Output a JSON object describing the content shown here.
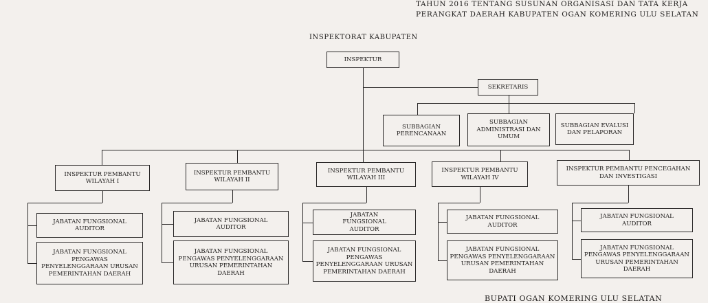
{
  "header": {
    "line1": "TAHUN 2016 TENTANG SUSUNAN ORGANISASI DAN TATA KERJA",
    "line2": "PERANGKAT DAERAH KABUPATEN OGAN KOMERING ULU SELATAN"
  },
  "title": "INSPEKTORAT KABUPATEN",
  "inspektur": "INSPEKTUR",
  "sekretaris": "SEKRETARIS",
  "subbagian": [
    "SUBBAGIAN PERENCANAAN",
    "SUBBAGIAN ADMINISTRASI DAN UMUM",
    "SUBBAGIAN EVALUSI DAN PELAPORAN"
  ],
  "wilayah": [
    {
      "name": "INSPEKTUR PEMBANTU WILAYAH I",
      "auditor": "JABATAN FUNGSIONAL AUDITOR",
      "pengawas": "JABATAN FUNGSIONAL PENGAWAS PENYELENGGARAAN URUSAN PEMERINTAHAN DAERAH"
    },
    {
      "name": "INSPEKTUR PEMBANTU WILAYAH II",
      "auditor": "JABATAN FUNGSIONAL AUDITOR",
      "pengawas": "JABATAN FUNGSIONAL PENGAWAS PENYELENGGARAAN URUSAN PEMERINTAHAN DAERAH"
    },
    {
      "name": "INSPEKTUR PEMBANTU WILAYAH III",
      "auditor": "JABATAN FUNGSIONAL AUDITOR",
      "pengawas": "JABATAN FUNGSIONAL PENGAWAS PENYELENGGARAAN URUSAN PEMERINTAHAN DAERAH"
    },
    {
      "name": "INSPEKTUR PEMBANTU WILAYAH IV",
      "auditor": "JABATAN FUNGSIONAL AUDITOR",
      "pengawas": "JABATAN FUNGSIONAL PENGAWAS PENYELENGGARAAN URUSAN PEMERINTAHAN DAERAH"
    },
    {
      "name": "INSPEKTUR PEMBANTU PENCEGAHAN DAN INVESTIGASI",
      "auditor": "JABATAN FUNGSIONAL AUDITOR",
      "pengawas": "JABATAN FUNGSIONAL PENGAWAS PENYELENGGARAAN URUSAN PEMERINTAHAN DAERAH"
    }
  ],
  "footer": "BUPATI OGAN KOMERING ULU SELATAN"
}
